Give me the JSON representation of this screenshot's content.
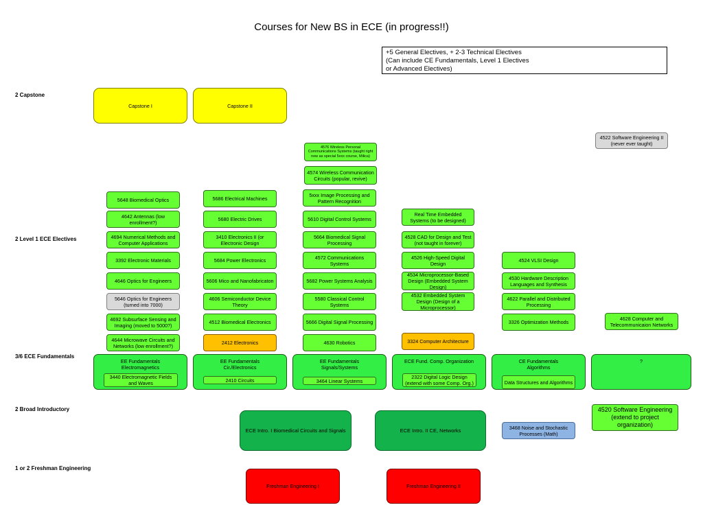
{
  "title": "Courses for New BS in ECE (in progress!!)",
  "note": {
    "line1": "+5 General Electives, + 2-3 Technical Electives",
    "line2": "(Can include CE Fundamentals, Level 1 Electives",
    "line3": "or Advanced Electives)"
  },
  "levels": {
    "capstone": "2 Capstone",
    "level1": "2 Level 1 ECE Electives",
    "fundamentals": "3/6 ECE Fundamentals",
    "broad": "2 Broad Introductory",
    "freshman": "1 or 2 Freshman Engineering"
  },
  "capstone": {
    "c1": "Capstone I",
    "c2": "Capstone II"
  },
  "col1": {
    "a": "5648 Biomedical Optics",
    "b": "4642 Antennas (low enrollment?)",
    "c": "4694 Numerical Methods and Computer Applications",
    "d": "3392 Electronic Materials",
    "e": "4646 Optics for Engineers",
    "f": "5646 Optics for Engineers (turned into 7000)",
    "g": "4692 Subsurface Sensing and Imaging (moved to 5000?)",
    "h": "4644 Microwave Circuits and Networks (low enrollment?)"
  },
  "col2": {
    "a": "5686 Electrical Machines",
    "b": "5680 Electric Drives",
    "c": "3410 Electronics II (or Electronic Design",
    "d": "5684 Power Electronics",
    "e": "5606 Mico and Nanofabricaton",
    "f": "4606 Semiconductor Device Theory",
    "g": "4512 Biomedical Electronics",
    "h": "2412 Electronics"
  },
  "col3": {
    "a": "4576 Wireless Personal Communications Systems (taught right now as special 5xxx course, Milica)",
    "b": "4574 Wireless Communication Circuits (popular, revive)",
    "c": "5xxx Image Processing and Pattern Recognition",
    "d": "5610 Digital Control Systems",
    "e": "5664 Biomedical Signal Processing",
    "f": "4572 Communications Systems",
    "g": "5682 Power Systems Analysis",
    "h": "5580 Classical Control Systems",
    "i": "5666 Digital Signal Processing",
    "j": "4630 Robotics"
  },
  "col4": {
    "a": "Real Time Embedded Systems (to be designed)",
    "b": "4528 CAD for Design and Test (not taught in forever)",
    "c": "4526 High-Speed Digital Design",
    "d": "4534 Microprocessor-Based Design (Embedded System Design)",
    "e": "4532 Embedded System Design (Design of a Microprocessor)",
    "f": "3324 Computer Architecture"
  },
  "col5": {
    "a": "4524 VLSI Design",
    "b": "4530 Hardware Description Languages and Synthesis",
    "c": "4622 Parallel and Distributed Processing",
    "d": "3326 Optimization Methods"
  },
  "col6": {
    "a": "4522 Software Engineering II (never ever taught)",
    "b": "4628 Computer and Telecommunicaion Networks"
  },
  "fundamentals": {
    "f1": {
      "title": "EE Fundamentals Electromagnetics",
      "inner": "3440 Electromagnetic Fields and Waves"
    },
    "f2": {
      "title": "EE Fundamentals Cir./Electronics",
      "inner": "2410 Circuits"
    },
    "f3": {
      "title": "EE Fundamentals Signals/Systems",
      "inner": "3464 Linear Systems"
    },
    "f4": {
      "title": "ECE Fund. Comp. Organization",
      "inner": "2322 Digital Logic Design (extend with some  Comp. Org.)"
    },
    "f5": {
      "title": "CE Fundamentals Algorithms",
      "inner": "Data Structures and Algorithms"
    },
    "f6": {
      "title": "?"
    }
  },
  "intro": {
    "i1": "ECE Intro. I Biomedical Circuits and Signals",
    "i2": "ECE Intro. II CE, Networks",
    "noise": "3468 Noise and Stochastic Processes (Math)",
    "swe": "4520 Software Engineering (extend to project organization)"
  },
  "freshman": {
    "f1": "Freshman Engineering I",
    "f2": "Freshman Engineering II"
  },
  "colors": {
    "elective_green": "#66ff33",
    "fundamental_green": "#33ee44",
    "intro_green": "#14b24b",
    "capstone_yellow": "#ffff00",
    "freshman_red": "#ff0000",
    "legacy_gray": "#d9d9d9",
    "core_orange": "#ffc000",
    "math_blue": "#8eb4e3"
  }
}
